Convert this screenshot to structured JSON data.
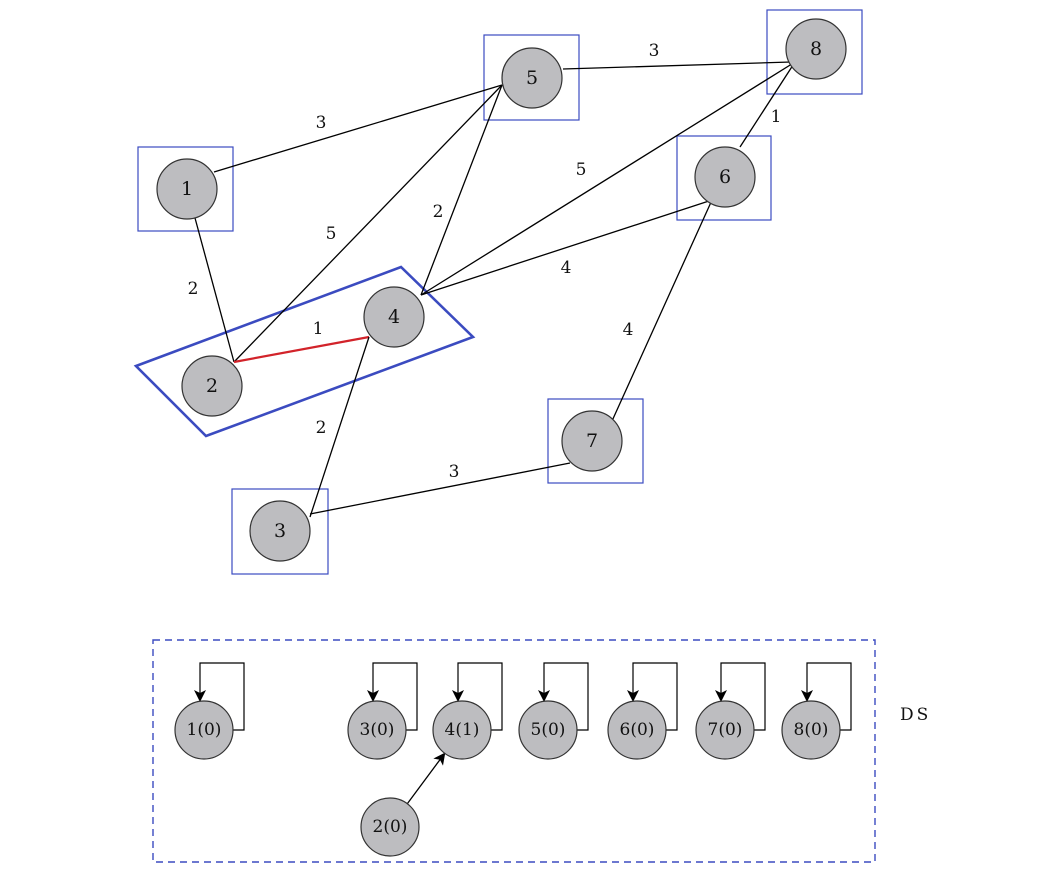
{
  "graph": {
    "nodes": [
      {
        "id": "1",
        "label": "1"
      },
      {
        "id": "2",
        "label": "2"
      },
      {
        "id": "3",
        "label": "3"
      },
      {
        "id": "4",
        "label": "4"
      },
      {
        "id": "5",
        "label": "5"
      },
      {
        "id": "6",
        "label": "6"
      },
      {
        "id": "7",
        "label": "7"
      },
      {
        "id": "8",
        "label": "8"
      }
    ],
    "edges": [
      {
        "from": "1",
        "to": "5",
        "weight": "3",
        "highlight": false
      },
      {
        "from": "1",
        "to": "2",
        "weight": "2",
        "highlight": false
      },
      {
        "from": "2",
        "to": "5",
        "weight": "5",
        "highlight": false
      },
      {
        "from": "2",
        "to": "4",
        "weight": "1",
        "highlight": true
      },
      {
        "from": "4",
        "to": "5",
        "weight": "2",
        "highlight": false
      },
      {
        "from": "4",
        "to": "8",
        "weight": "5",
        "highlight": false
      },
      {
        "from": "4",
        "to": "6",
        "weight": "4",
        "highlight": false
      },
      {
        "from": "4",
        "to": "3",
        "weight": "2",
        "highlight": false
      },
      {
        "from": "5",
        "to": "8",
        "weight": "3",
        "highlight": false
      },
      {
        "from": "8",
        "to": "6",
        "weight": "1",
        "highlight": false
      },
      {
        "from": "6",
        "to": "7",
        "weight": "4",
        "highlight": false
      },
      {
        "from": "3",
        "to": "7",
        "weight": "3",
        "highlight": false
      }
    ],
    "highlight_color": "#d2232a",
    "set_border_color": "#3b4bc0"
  },
  "ds": {
    "title": "DS",
    "nodes": [
      {
        "id": "1",
        "label": "1(0)",
        "parent": "1"
      },
      {
        "id": "3",
        "label": "3(0)",
        "parent": "3"
      },
      {
        "id": "4",
        "label": "4(1)",
        "parent": "4"
      },
      {
        "id": "5",
        "label": "5(0)",
        "parent": "5"
      },
      {
        "id": "6",
        "label": "6(0)",
        "parent": "6"
      },
      {
        "id": "7",
        "label": "7(0)",
        "parent": "7"
      },
      {
        "id": "8",
        "label": "8(0)",
        "parent": "8"
      },
      {
        "id": "2",
        "label": "2(0)",
        "parent": "4"
      }
    ]
  }
}
